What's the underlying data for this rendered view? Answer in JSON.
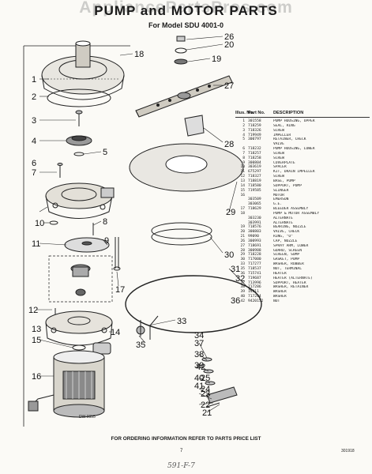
{
  "header": {
    "watermark": "AppliancePartsPros.com",
    "title": "PUMP and MOTOR PARTS",
    "subtitle": "For Model SDU 4001-0"
  },
  "callouts": [
    "1",
    "2",
    "3",
    "4",
    "5",
    "6",
    "7",
    "8",
    "9",
    "10",
    "11",
    "12",
    "13",
    "14",
    "15",
    "16",
    "17",
    "18",
    "19",
    "20",
    "21",
    "22",
    "23",
    "24",
    "25",
    "26",
    "27",
    "28",
    "29",
    "30",
    "31",
    "32",
    "33",
    "34",
    "35",
    "36",
    "37",
    "38",
    "39",
    "40",
    "41",
    "42"
  ],
  "parts_table": {
    "headers": {
      "illus_no": "Illus. No.",
      "part_no": "Part No.",
      "description": "DESCRIPTION"
    },
    "rows": [
      {
        "no": "1",
        "part": "301558",
        "desc": "PUMP HOUSING, UPPER"
      },
      {
        "no": "2",
        "part": "718259",
        "desc": "SEAL, RING"
      },
      {
        "no": "3",
        "part": "718326",
        "desc": "SCREW"
      },
      {
        "no": "4",
        "part": "719949",
        "desc": "IMPELLER"
      },
      {
        "no": "5",
        "part": "300797",
        "desc": "RETAINER, CHECK"
      },
      {
        "no": "",
        "part": "",
        "desc": "VALVE"
      },
      {
        "no": "6",
        "part": "718232",
        "desc": "PUMP HOUSING, LOWER"
      },
      {
        "no": "7",
        "part": "718257",
        "desc": "SCREW"
      },
      {
        "no": "8",
        "part": "718258",
        "desc": "SCREW"
      },
      {
        "no": "9",
        "part": "300804",
        "desc": "COVERPLATE"
      },
      {
        "no": "10",
        "part": "303619",
        "desc": "SPACER"
      },
      {
        "no": "11",
        "part": "675297",
        "desc": "KIT, DRAIN IMPELLER"
      },
      {
        "no": "12",
        "part": "718327",
        "desc": "SCREW"
      },
      {
        "no": "13",
        "part": "718819",
        "desc": "BASE, PUMP"
      },
      {
        "no": "14",
        "part": "718580",
        "desc": "SUPPORT, PUMP"
      },
      {
        "no": "15",
        "part": "719585",
        "desc": "SLINGER"
      },
      {
        "no": "16",
        "part": "",
        "desc": "MOTOR"
      },
      {
        "no": "",
        "part": "303509",
        "desc": "EMERSON"
      },
      {
        "no": "",
        "part": "303065",
        "desc": "G.E."
      },
      {
        "no": "17",
        "part": "718629",
        "desc": "BLEEDER ASSEMBLY"
      },
      {
        "no": "18",
        "part": "",
        "desc": "PUMP & MOTOR ASSEMBLY"
      },
      {
        "no": "",
        "part": "303230",
        "desc": "ALTERNATE"
      },
      {
        "no": "",
        "part": "303991",
        "desc": "ALTERNATE"
      },
      {
        "no": "19",
        "part": "718576",
        "desc": "BEARING, NOZZLE"
      },
      {
        "no": "20",
        "part": "300803",
        "desc": "VALVE, CHECK"
      },
      {
        "no": "21",
        "part": "99090",
        "desc": "RING, \"O\""
      },
      {
        "no": "26",
        "part": "300993",
        "desc": "CAP, NOZZLE"
      },
      {
        "no": "27",
        "part": "718691",
        "desc": "SPRAY ARM, LOWER"
      },
      {
        "no": "28",
        "part": "300988",
        "desc": "GUARD, SCREEN"
      },
      {
        "no": "29",
        "part": "718228",
        "desc": "SCREEN, SUMP"
      },
      {
        "no": "30",
        "part": "717000",
        "desc": "GASKET, PUMP"
      },
      {
        "no": "33",
        "part": "717277",
        "desc": "WASHER, RUBBER"
      },
      {
        "no": "35",
        "part": "718537",
        "desc": "NUT, TERMINAL"
      },
      {
        "no": "36",
        "part": "715741",
        "desc": "HEATER"
      },
      {
        "no": "",
        "part": "719687",
        "desc": "HEATER (ALTERNATE)"
      },
      {
        "no": "37",
        "part": "713996",
        "desc": "SUPPORT, HEATER"
      },
      {
        "no": "38",
        "part": "717286",
        "desc": "WASHER, RETAINER"
      },
      {
        "no": "39",
        "part": "14811",
        "desc": "WASHER"
      },
      {
        "no": "40",
        "part": "717284",
        "desc": "WASHER"
      },
      {
        "no": "42",
        "part": "9420152",
        "desc": "NUT"
      }
    ]
  },
  "footer": {
    "ordering_note": "FOR ORDERING INFORMATION REFER TO PARTS PRICE LIST",
    "page_number": "7",
    "document_number": "301918",
    "diagram_id": "DW 0955",
    "handwritten_note": "591-F-7"
  }
}
